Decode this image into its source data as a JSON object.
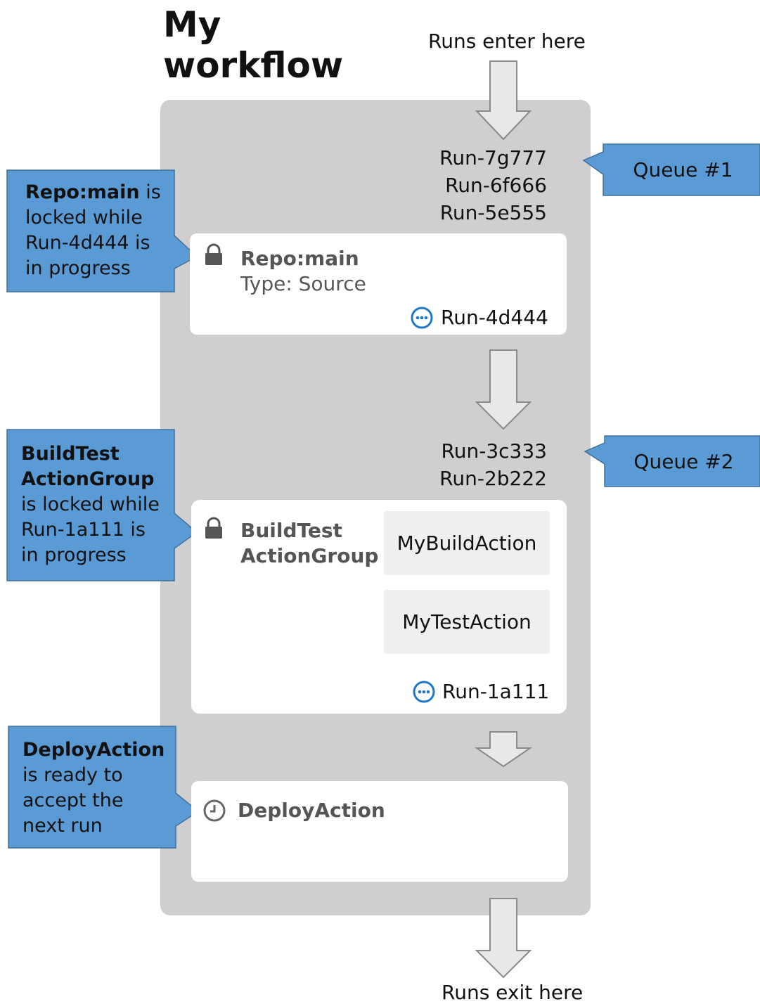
{
  "title": {
    "line1": "My",
    "line2": "workflow"
  },
  "entry_label": "Runs enter here",
  "exit_label": "Runs exit here",
  "queue1": {
    "label": "Queue #1",
    "runs": [
      "Run-7g777",
      "Run-6f666",
      "Run-5e555"
    ]
  },
  "queue2": {
    "label": "Queue #2",
    "runs": [
      "Run-3c333",
      "Run-2b222"
    ]
  },
  "stage_source": {
    "name": "Repo:main",
    "type": "Type: Source",
    "run": "Run-4d444",
    "icon": "lock-icon",
    "status_icon": "in-progress-icon"
  },
  "stage_group": {
    "name_line1": "BuildTest",
    "name_line2": "ActionGroup",
    "actions": [
      "MyBuildAction",
      "MyTestAction"
    ],
    "run": "Run-1a111",
    "icon": "lock-icon",
    "status_icon": "in-progress-icon"
  },
  "stage_deploy": {
    "name": "DeployAction",
    "icon": "clock-icon"
  },
  "callouts": {
    "source": {
      "bold": "Repo:main",
      "rest1": " is",
      "line2": "locked while",
      "line3": "Run-4d444 is",
      "line4": "in progress"
    },
    "group": {
      "bold1": "BuildTest",
      "bold2": "ActionGroup",
      "line3": "is locked while",
      "line4": "Run-1a111 is",
      "line5": "in progress"
    },
    "deploy": {
      "bold": "DeployAction",
      "line2": "is ready to",
      "line3": "accept the",
      "line4": "next run"
    }
  },
  "colors": {
    "callout": "#5b9bd5",
    "callout_border": "#41719c",
    "workflow_bg": "#cfcfcf",
    "arrow_fill": "#e8e8e8",
    "arrow_stroke": "#8a8a8a",
    "status_blue": "#1f77c8",
    "muted_text": "#555555"
  }
}
